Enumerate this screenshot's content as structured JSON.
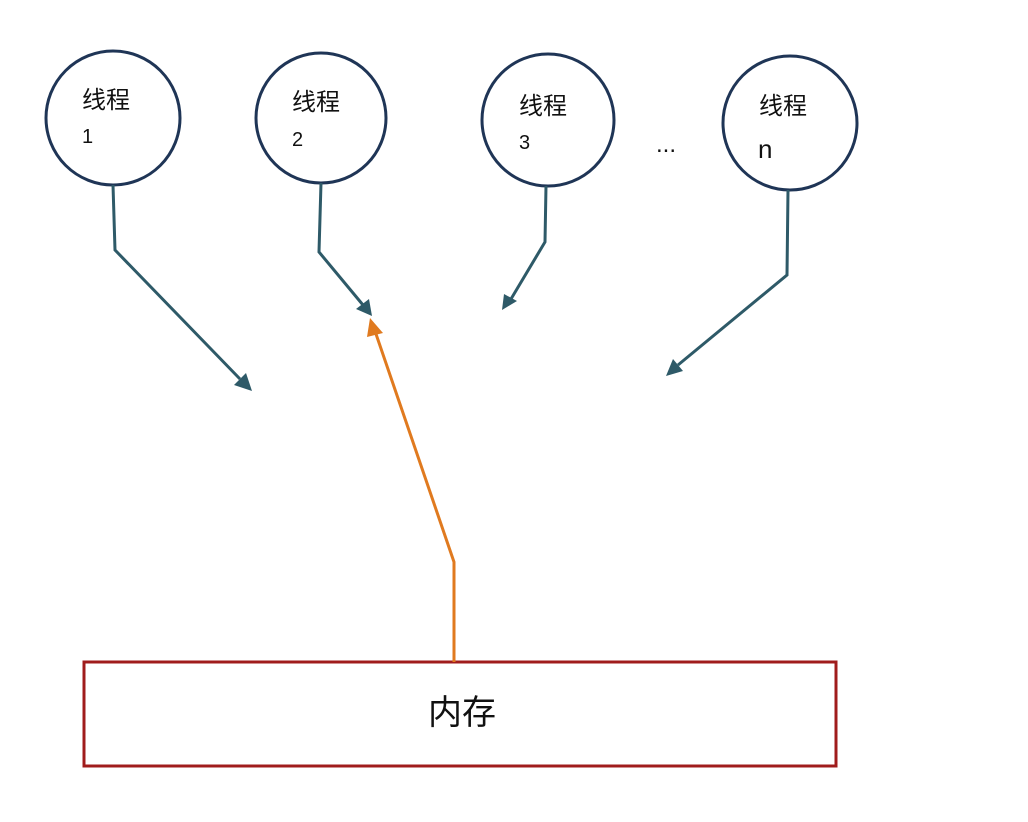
{
  "diagram": {
    "threads": [
      {
        "label": "线程",
        "index": "1"
      },
      {
        "label": "线程",
        "index": "2"
      },
      {
        "label": "线程",
        "index": "3"
      },
      {
        "label": "线程",
        "index": "n"
      }
    ],
    "ellipsis": "...",
    "memory": {
      "label": "内存"
    },
    "colors": {
      "circle_stroke": "#1f3556",
      "thread_arrow": "#2e5a68",
      "memory_arrow": "#e07a1f",
      "memory_box": "#a01c1c"
    }
  }
}
